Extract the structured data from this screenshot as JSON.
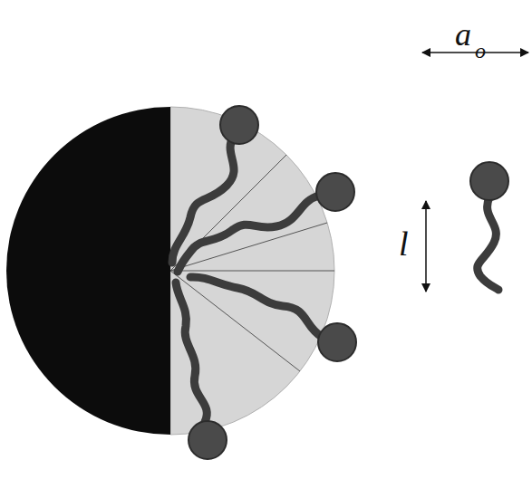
{
  "diagram": {
    "labels": [
      "a",
      "o",
      "l"
    ]
  }
}
